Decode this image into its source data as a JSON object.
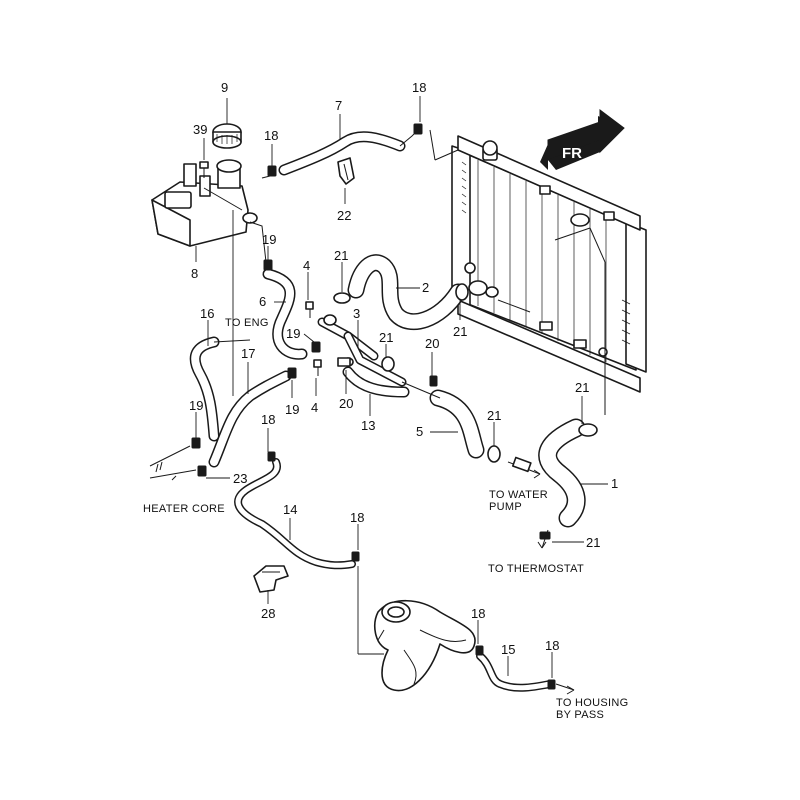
{
  "callouts": {
    "c9": "9",
    "c39": "39",
    "c18a": "18",
    "c7": "7",
    "c18b": "18",
    "c22": "22",
    "c8": "8",
    "c19a": "19",
    "c4a": "4",
    "c21a": "21",
    "c2": "2",
    "c6": "6",
    "c16": "16",
    "c3": "3",
    "c21b": "21",
    "c21c": "21",
    "c19b": "19",
    "c17": "17",
    "c20a": "20",
    "c19c": "19",
    "c4b": "4",
    "c20b": "20",
    "c13": "13",
    "c21d": "21",
    "c19d": "19",
    "c18c": "18",
    "c5": "5",
    "c21e": "21",
    "c23": "23",
    "c1": "1",
    "c14": "14",
    "c18d": "18",
    "c21f": "21",
    "c28": "28",
    "c18e": "18",
    "c15": "15",
    "c18f": "18"
  },
  "notes": {
    "to_eng": "TO ENG",
    "heater_core": "HEATER CORE",
    "to_water": "TO WATER",
    "pump": "PUMP",
    "to_thermostat": "TO THERMOSTAT",
    "to_housing": "TO HOUSING",
    "by_pass": "BY PASS",
    "fr": "FR"
  }
}
